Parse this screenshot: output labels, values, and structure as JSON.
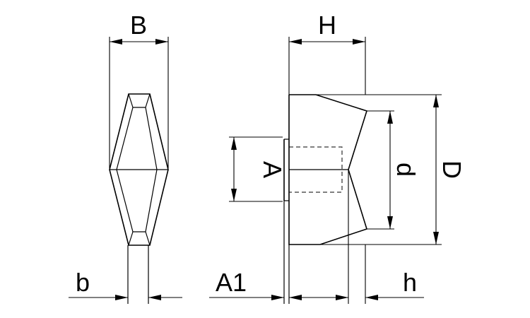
{
  "labels": {
    "B": "B",
    "H": "H",
    "A": "A",
    "d": "d",
    "D": "D",
    "b": "b",
    "A1": "A1",
    "h": "h"
  }
}
